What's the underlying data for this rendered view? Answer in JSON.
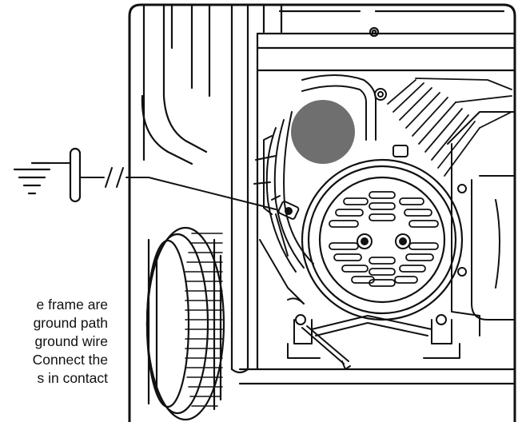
{
  "caption_lines": [
    "e frame are",
    "ground path",
    "ground wire",
    "Connect the",
    "s in contact"
  ],
  "colors": {
    "line": "#111111",
    "fill": "#ffffff",
    "marker_circle": "#6f6f6f"
  },
  "icons": [
    "ground-symbol-icon",
    "ground-rod-icon",
    "wire-break-icon"
  ]
}
